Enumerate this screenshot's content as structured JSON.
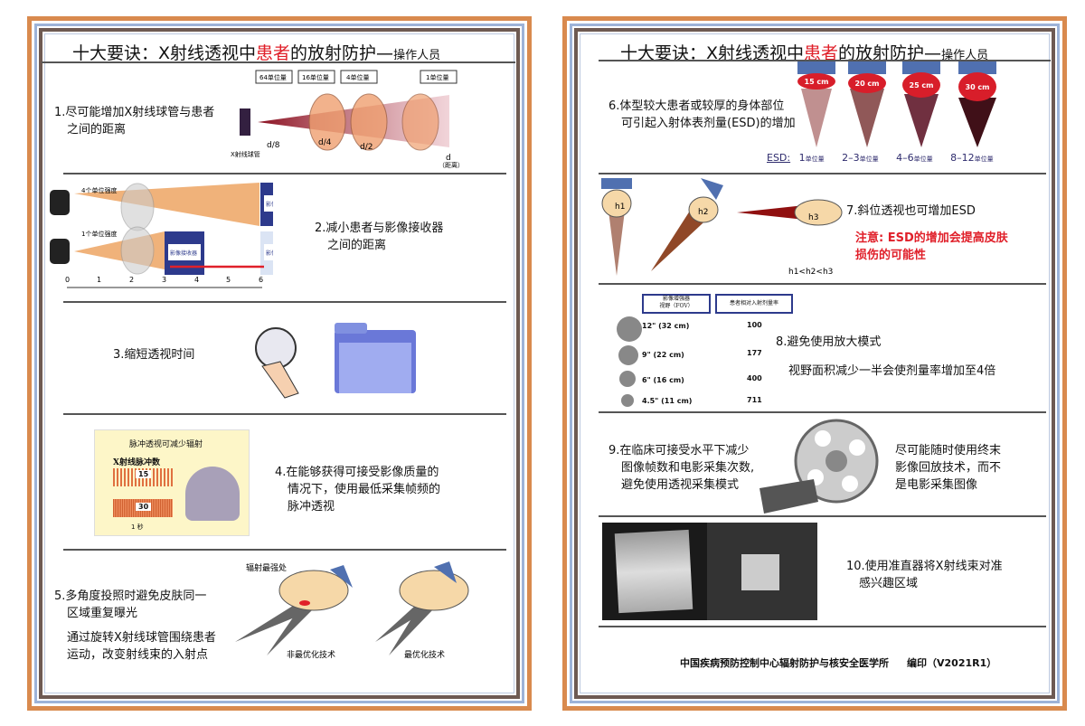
{
  "title": {
    "main": "十大要诀：X射线透视中",
    "highlight": "患者",
    "rest": "的放射防护—",
    "sub": "操作人员"
  },
  "left": {
    "tip1": {
      "line1": "1.尽可能增加X射线球管与患者",
      "line2": "之间的距离",
      "labels": [
        "64单位量",
        "16单位量",
        "4单位量",
        "1单位量"
      ],
      "tube": "X射线球管",
      "d8": "d/8",
      "d4": "d/4",
      "d2": "d/2",
      "d": "d",
      "dist": "（距离）"
    },
    "tip2": {
      "line1": "2.减小患者与影像接收器",
      "line2": "之间的距离",
      "intensity4": "4个单位强度",
      "intensity1": "1个单位强度",
      "receiver": "影像接收器",
      "axis": [
        "0",
        "1",
        "2",
        "3",
        "4",
        "5",
        "6"
      ]
    },
    "tip3": {
      "text": "3.缩短透视时间"
    },
    "tip4": {
      "line1": "4.在能够获得可接受影像质量的",
      "line2": "情况下，使用最低采集帧频的",
      "line3": "脉冲透视",
      "box_title": "脉冲透视可减少辐射",
      "box_sub": "X射线脉冲数",
      "n15": "15",
      "n30": "30",
      "sec": "1 秒"
    },
    "tip5": {
      "line1": "5.多角度投照时避免皮肤同一",
      "line2": "区域重复曝光",
      "line3": "通过旋转X射线球管围绕患者",
      "line4": "运动，改变射线束的入射点",
      "hot": "辐射最强处",
      "nonopt": "非最优化技术",
      "opt": "最优化技术"
    }
  },
  "right": {
    "tip6": {
      "line1": "6.体型较大患者或较厚的身体部位",
      "line2": "可引起入射体表剂量(ESD)的增加",
      "sizes": [
        "15 cm",
        "20 cm",
        "25 cm",
        "30 cm"
      ],
      "esd_label": "ESD:",
      "esd": [
        "1",
        "2–3",
        "4–6",
        "8–12"
      ],
      "unit": "单位量"
    },
    "tip7": {
      "text": "7.斜位透视也可增加ESD",
      "warn1": "注意: ESD的增加会提高皮肤",
      "warn2": "损伤的可能性",
      "h1": "h1",
      "h2": "h2",
      "h3": "h3",
      "rel": "h1<h2<h3"
    },
    "tip8": {
      "text": "8.避免使用放大模式",
      "desc": "视野面积减少一半会使剂量率增加至4倍",
      "col1a": "影像增强器",
      "col1b": "视野（FOV）",
      "col2": "患者相对入射剂量率",
      "rows": [
        {
          "fov": "12\" (32 cm)",
          "rate": "100"
        },
        {
          "fov": "9\" (22 cm)",
          "rate": "177"
        },
        {
          "fov": "6\" (16 cm)",
          "rate": "400"
        },
        {
          "fov": "4.5\" (11 cm)",
          "rate": "711"
        }
      ]
    },
    "tip9": {
      "line1": "9.在临床可接受水平下减少",
      "line2": "图像帧数和电影采集次数,",
      "line3": "避免使用透视采集模式",
      "r1": "尽可能随时使用终末",
      "r2": "影像回放技术，而不",
      "r3": "是电影采集图像"
    },
    "tip10": {
      "line1": "10.使用准直器将X射线束对准",
      "line2": "感兴趣区域"
    },
    "footer": {
      "org": "中国疾病预防控制中心辐射防护与核安全医学所",
      "edition": "编印（V2021R1）"
    }
  },
  "colors": {
    "accent_red": "#e0202a",
    "frame_orange": "#d98a4e",
    "receiver_blue": "#2d3a8c"
  }
}
